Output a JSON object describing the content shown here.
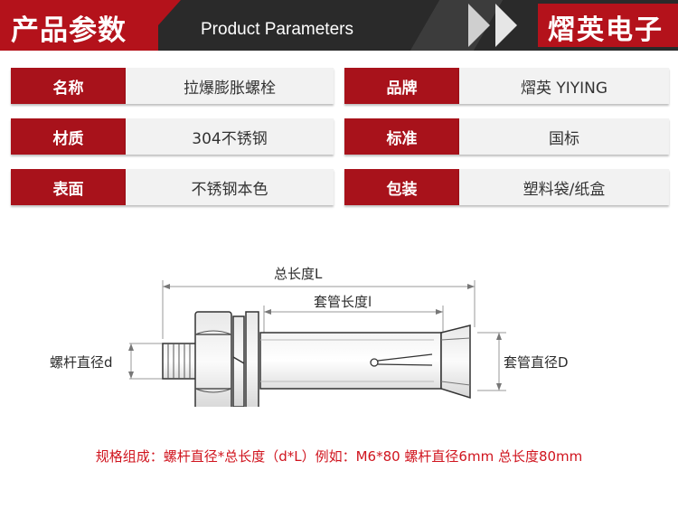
{
  "header": {
    "title_cn": "产品参数",
    "title_en": "Product Parameters",
    "brand": "熠英电子",
    "colors": {
      "accent_red": "#b4121b",
      "dark": "#2a2a2a"
    }
  },
  "params": [
    {
      "label": "名称",
      "value": "拉爆膨胀螺栓"
    },
    {
      "label": "品牌",
      "value": "熠英 YIYING"
    },
    {
      "label": "材质",
      "value": "304不锈钢"
    },
    {
      "label": "标准",
      "value": "国标"
    },
    {
      "label": "表面",
      "value": "不锈钢本色"
    },
    {
      "label": "包装",
      "value": "塑料袋/纸盒"
    }
  ],
  "diagram": {
    "total_length_label": "总长度L",
    "sleeve_length_label": "套管长度l",
    "bolt_diameter_label": "螺杆直径d",
    "sleeve_diameter_label": "套管直径D"
  },
  "formula": "规格组成：螺杆直径*总长度（d*L）例如：M6*80 螺杆直径6mm 总长度80mm"
}
